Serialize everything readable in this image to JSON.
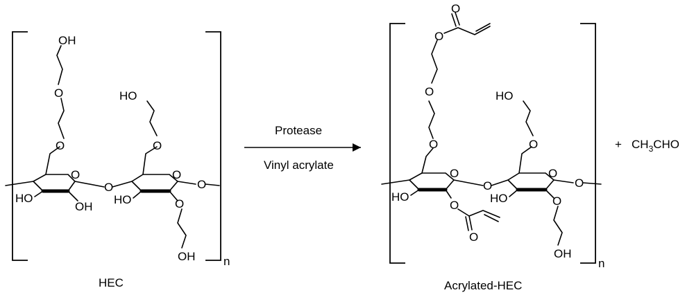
{
  "reaction": {
    "reagent_above": "Protease",
    "reagent_below": "Vinyl acrylate",
    "byproduct": {
      "plus": "+",
      "prefix": "CH",
      "subscript": "3",
      "suffix": "CHO"
    }
  },
  "reactant": {
    "caption": "HEC",
    "repeat_subscript": "n",
    "labels": {
      "oh_top": "OH",
      "o_chain_1": "O",
      "o_chain_2": "O",
      "oh_right_top": "HO",
      "o_chain_right": "O",
      "o_ring_1": "O",
      "o_glycosidic": "O",
      "o_ring_2": "O",
      "o_end": "O",
      "ho_left": "HO",
      "oh_bottom_1": "OH",
      "ho_left_2": "HO",
      "o_sub_2": "O",
      "oh_bottom_2": "OH"
    }
  },
  "product": {
    "caption": "Acrylated-HEC",
    "repeat_subscript": "n",
    "labels": {
      "o_carbonyl_top": "O",
      "o_ester_top": "O",
      "o_chain_1": "O",
      "o_chain_2": "O",
      "ho_right_top": "HO",
      "o_chain_right": "O",
      "o_ring_1": "O",
      "o_glycosidic": "O",
      "o_ring_2": "O",
      "o_end": "O",
      "ho_left": "HO",
      "o_ester_bottom": "O",
      "o_carbonyl_bottom": "O",
      "ho_left_2": "HO",
      "o_sub_2": "O",
      "oh_bottom_2": "OH"
    }
  }
}
